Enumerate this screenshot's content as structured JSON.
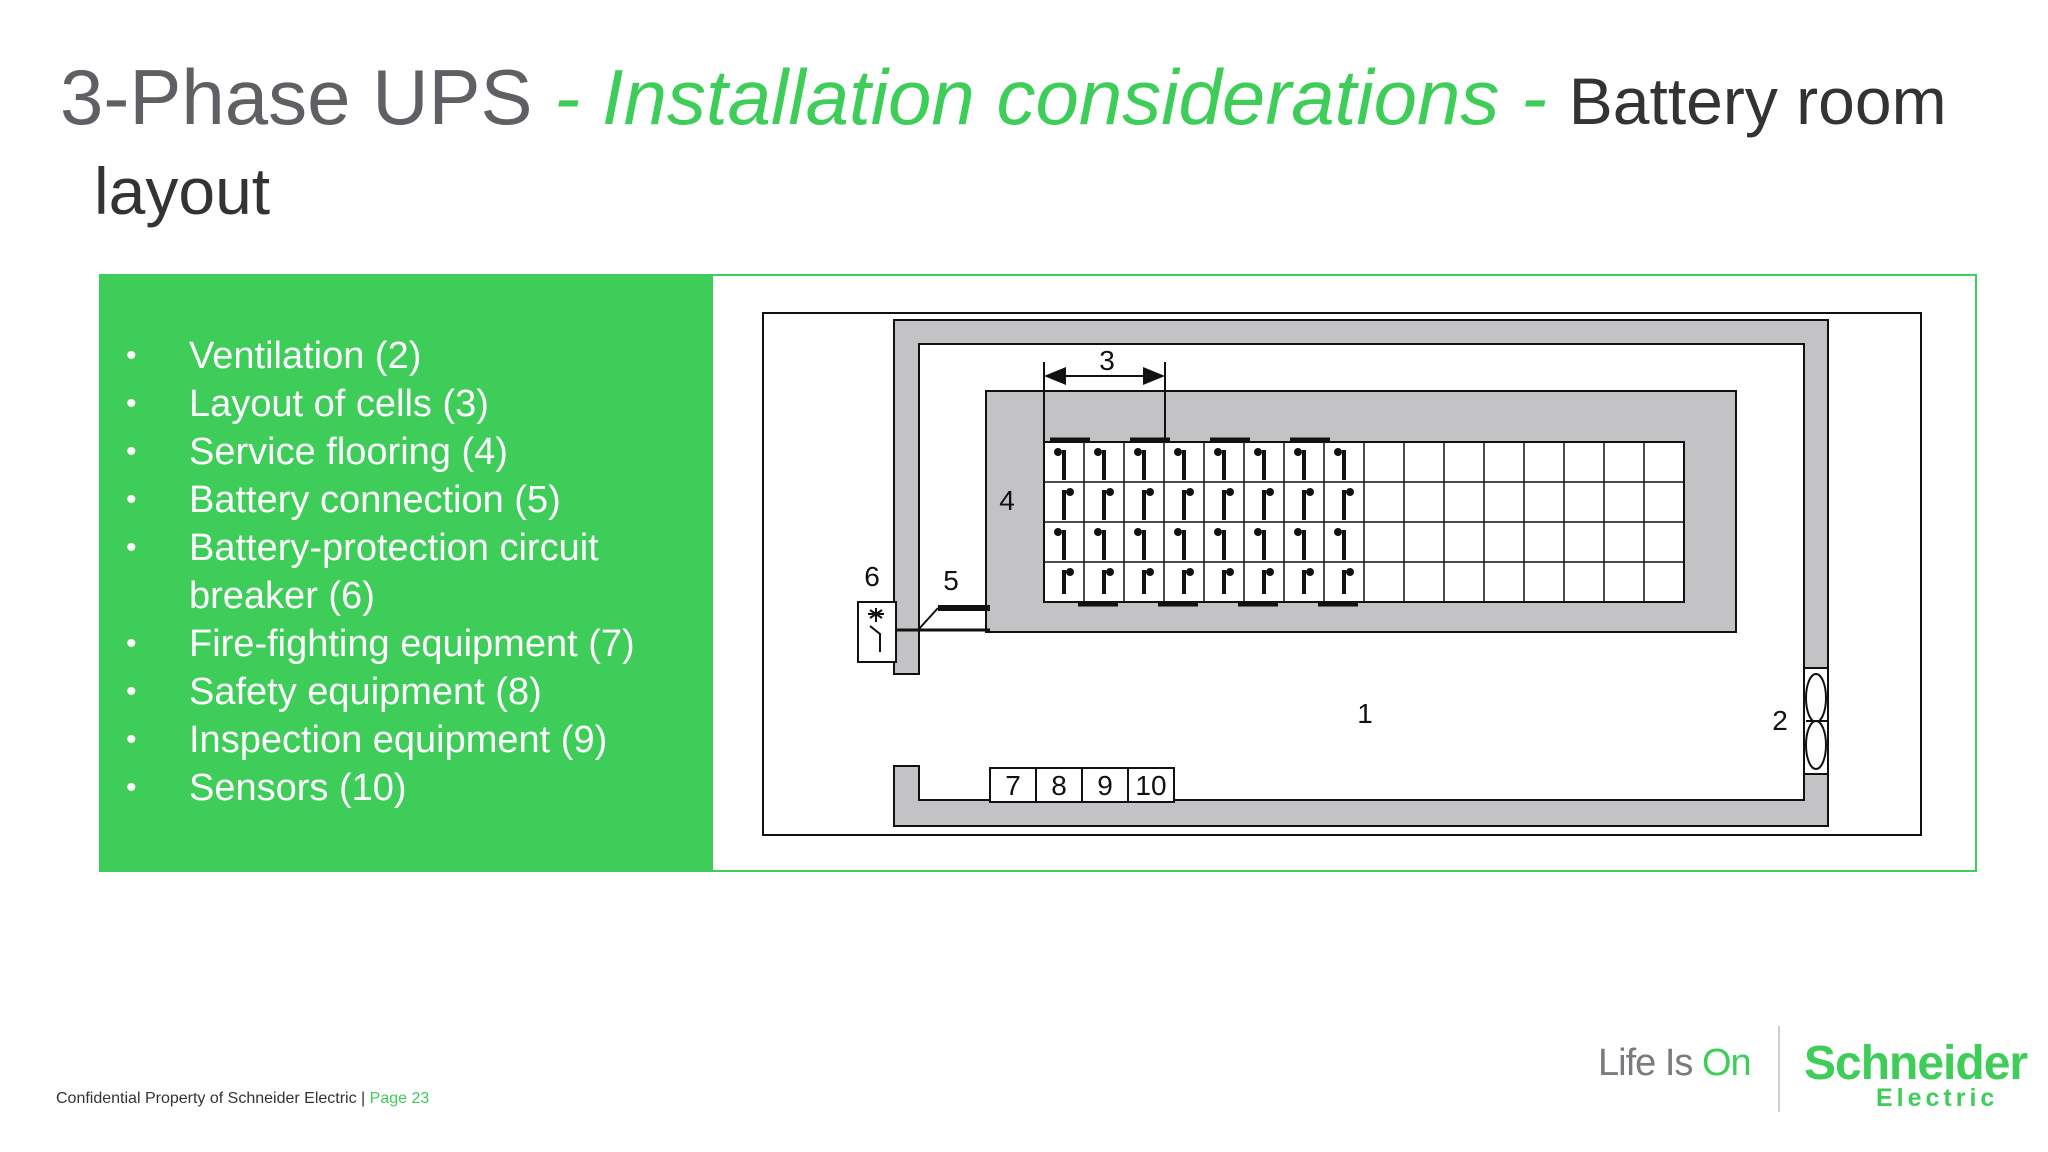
{
  "slide": {
    "title_part1": "3-Phase UPS",
    "title_part2": " - Installation considerations - ",
    "title_part3": "Battery room",
    "title_line2": "layout"
  },
  "bullets": [
    "Ventilation (2)",
    "Layout of cells (3)",
    "Service flooring (4)",
    "Battery connection (5)",
    "Battery-protection circuit breaker (6)",
    "Fire-fighting equipment (7)",
    "Safety equipment (8)",
    "Inspection equipment (9)",
    "Sensors (10)"
  ],
  "diagram": {
    "labels": {
      "room": "1",
      "ventilation": "2",
      "cells": "3",
      "flooring": "4",
      "connection": "5",
      "breaker": "6",
      "fire": "7",
      "safety": "8",
      "inspection": "9",
      "sensors": "10"
    }
  },
  "footer": {
    "text": "Confidential Property of Schneider Electric | ",
    "page": "Page 23"
  },
  "branding": {
    "tagline_a": "Life Is ",
    "tagline_o": "On",
    "logo_word": "Schneider",
    "logo_sub": "Electric"
  },
  "colors": {
    "accent": "#3dcd58",
    "title_gray": "#5f6063",
    "text_dark": "#333333",
    "wall_gray": "#c3c3c5"
  }
}
